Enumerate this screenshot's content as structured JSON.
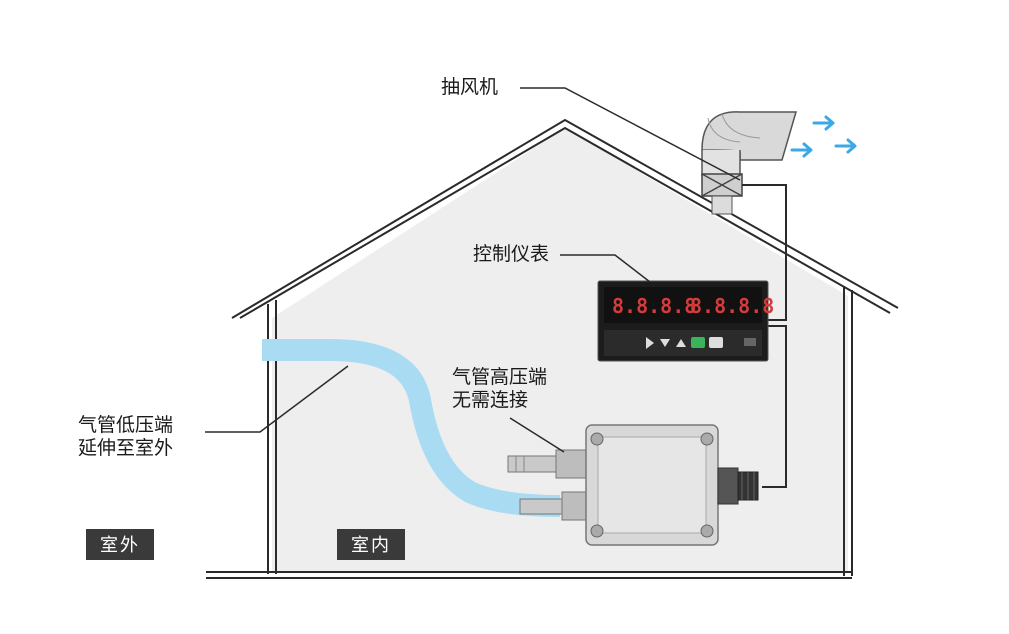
{
  "labels": {
    "fan": "抽风机",
    "controller": "控制仪表",
    "high_port": "气管高压端\n无需连接",
    "low_port": "气管低压端\n延伸至室外",
    "outdoor": "室外",
    "indoor": "室内"
  },
  "colors": {
    "house_fill": "#eeeeee",
    "outline": "#2a2a2a",
    "tube": "#a9dcf3",
    "arrow": "#3aa9e6",
    "meter_face": "#1c1c1c",
    "tag_bg": "#3a3a3a"
  }
}
